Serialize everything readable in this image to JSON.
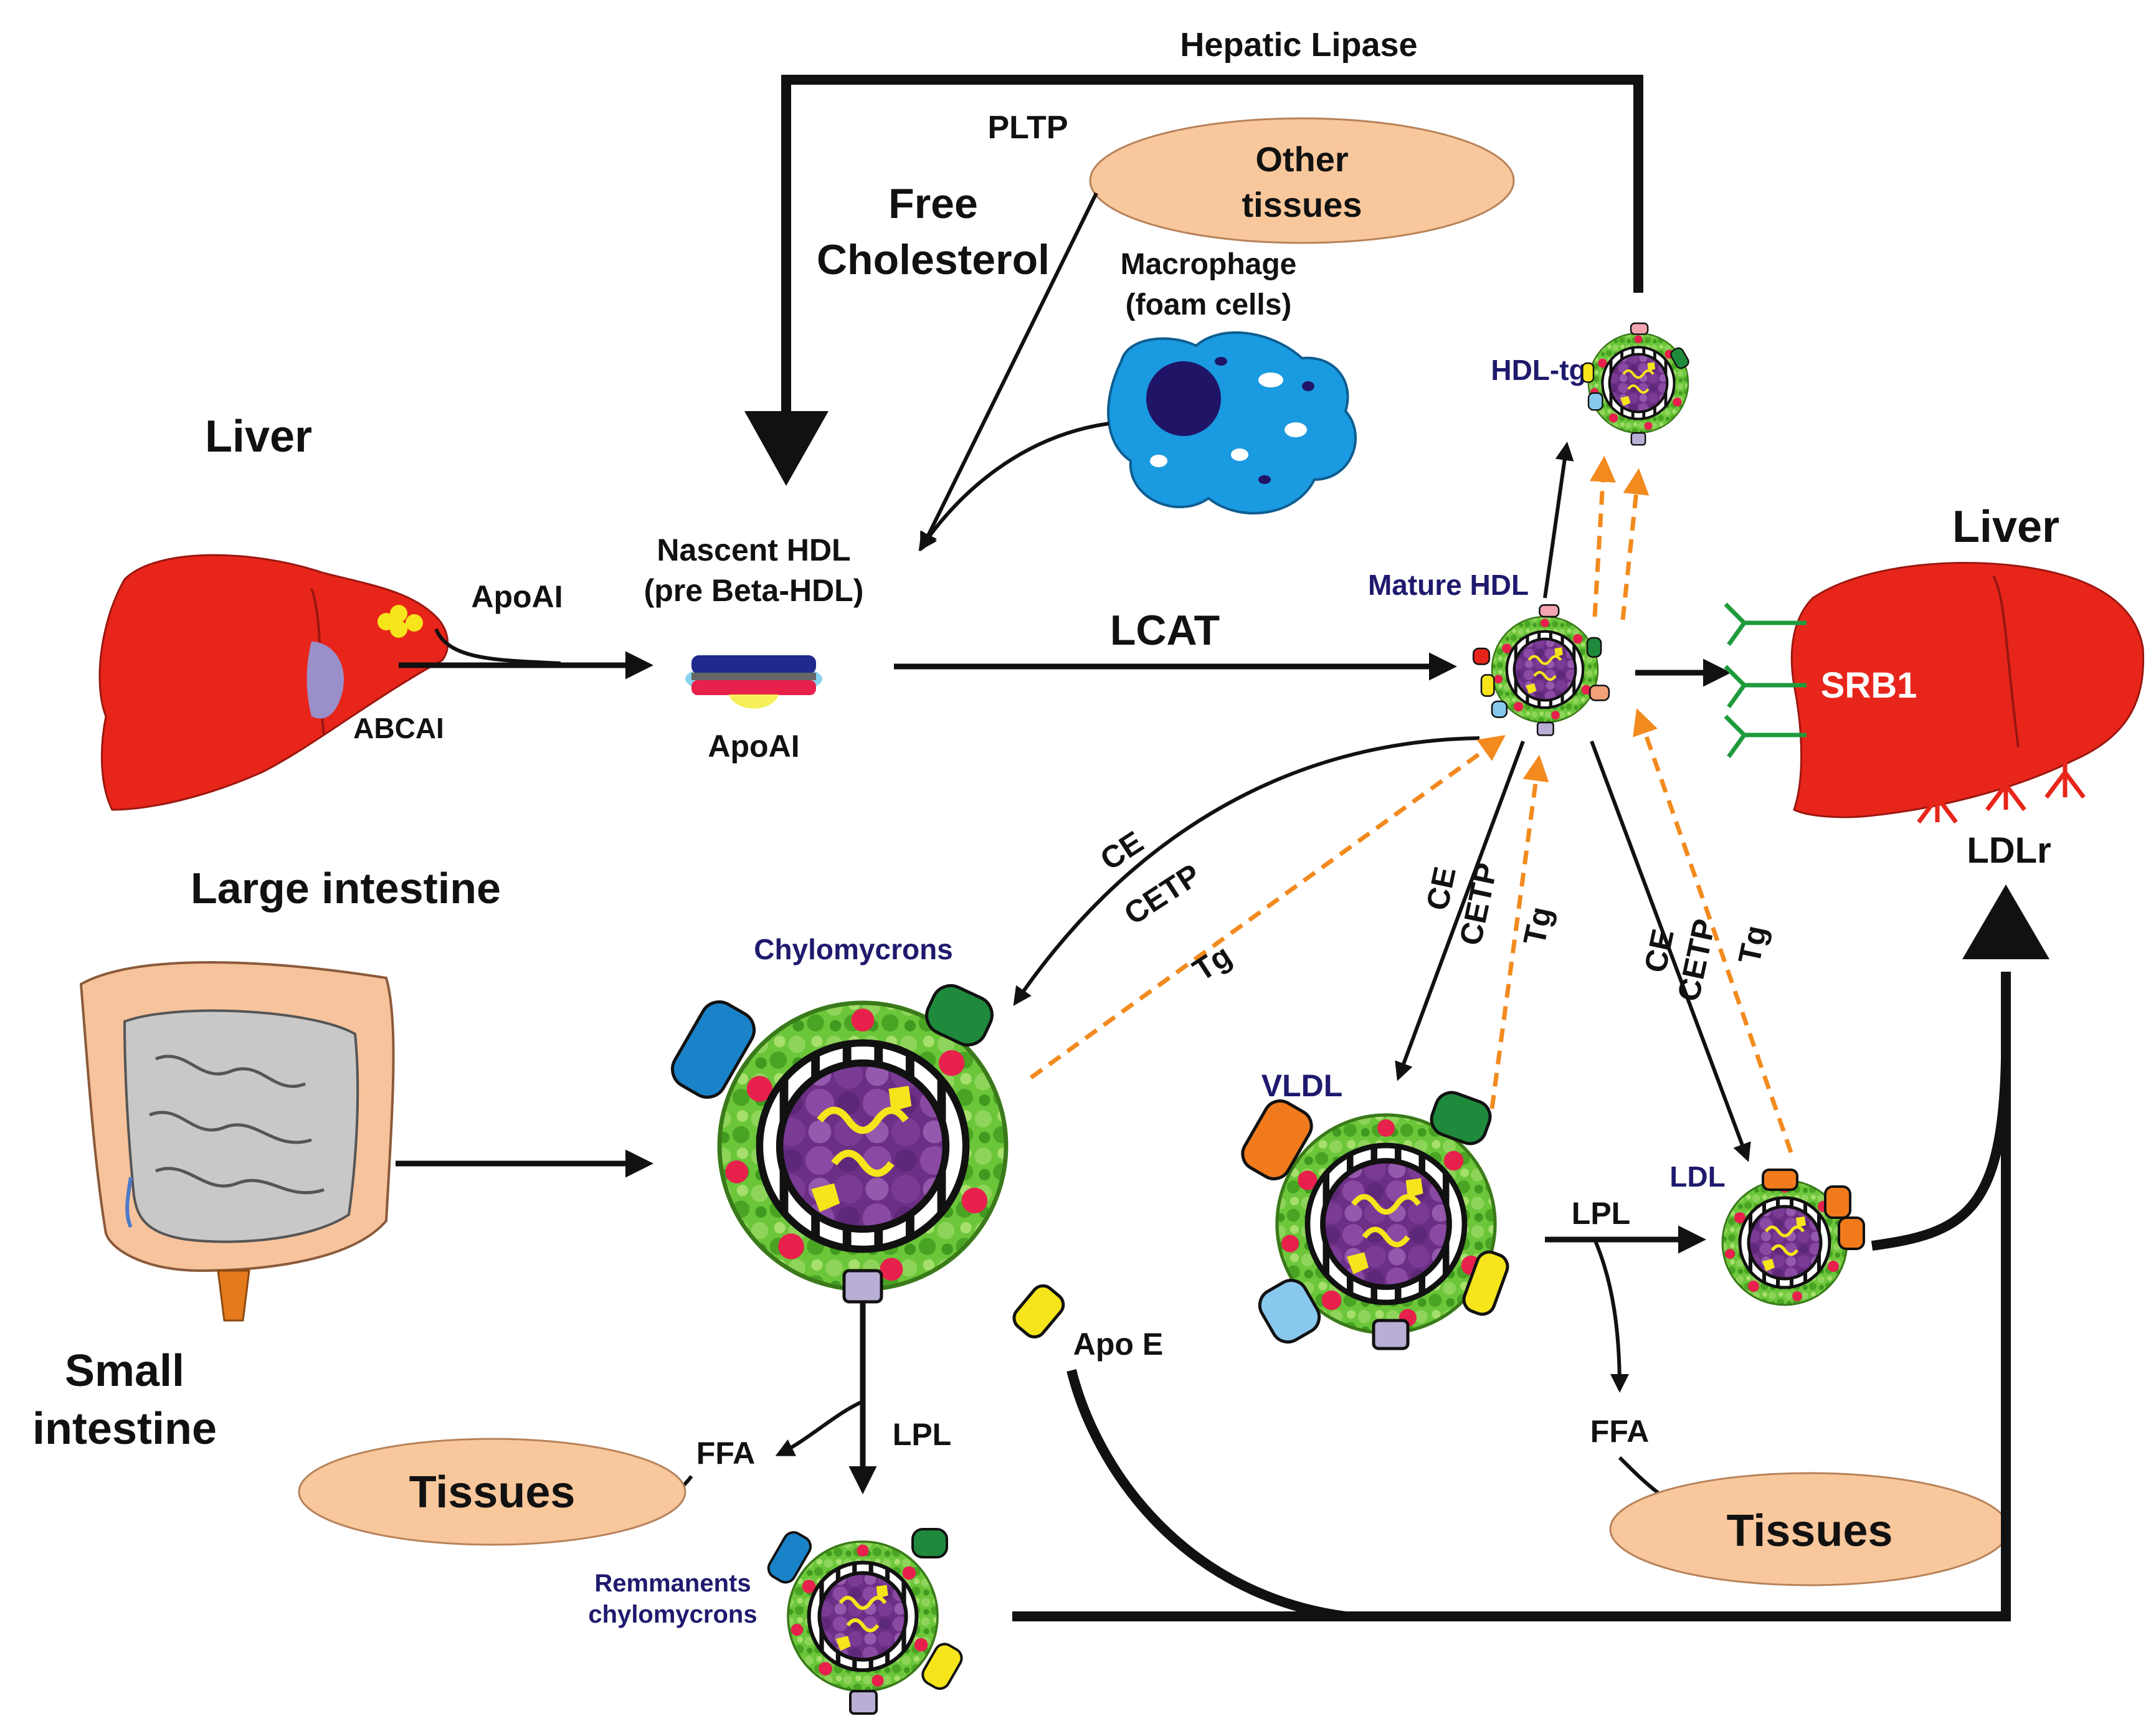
{
  "labels": {
    "hepatic_lipase": "Hepatic Lipase",
    "pltp": "PLTP",
    "free_cholesterol_1": "Free",
    "free_cholesterol_2": "Cholesterol",
    "other_tissues_1": "Other",
    "other_tissues_2": "tissues",
    "macrophage_1": "Macrophage",
    "macrophage_2": "(foam cells)",
    "hdl_tg": "HDL-tg",
    "liver_left": "Liver",
    "liver_right": "Liver",
    "apoai_top": "ApoAI",
    "abcai": "ABCAI",
    "nascent_hdl_1": "Nascent HDL",
    "nascent_hdl_2": "(pre Beta-HDL)",
    "apoai_bottom": "ApoAI",
    "lcat": "LCAT",
    "mature_hdl": "Mature HDL",
    "srb1": "SRB1",
    "ldlr": "LDLr",
    "large_intestine": "Large intestine",
    "small_intestine_1": "Small",
    "small_intestine_2": "intestine",
    "chylomicrons": "Chylomycrons",
    "ce_1": "CE",
    "cetp_1": "CETP",
    "tg_1": "Tg",
    "ce_2": "CE",
    "cetp_2": "CETP",
    "tg_2": "Tg",
    "ce_3": "CE",
    "cetp_3": "CETP",
    "tg_3": "Tg",
    "vldl": "VLDL",
    "ldl": "LDL",
    "lpl_right": "LPL",
    "lpl_left": "LPL",
    "apo_e": "Apo E",
    "ffa_left": "FFA",
    "ffa_right": "FFA",
    "tissues_left": "Tissues",
    "tissues_right": "Tissues",
    "remnants_1": "Remmanents",
    "remnants_2": "chylomycrons"
  },
  "colors": {
    "liver": "#e8251a",
    "gallbladder": "#9a8fc9",
    "tissue_oval": "#f8c79b",
    "macrophage": "#1a9ae0",
    "macrophage_nucleus": "#201466",
    "particle_shell": "#5bbf2e",
    "particle_core": "#7a3b8f",
    "receptor_srb1": "#1f9a3c",
    "receptor_ldlr": "#e8251a",
    "tg_arrow": "#f28a1e",
    "intestine_large": "#f7c39c",
    "intestine_small": "#c8c8c8",
    "apoe": "#f5e51a"
  }
}
